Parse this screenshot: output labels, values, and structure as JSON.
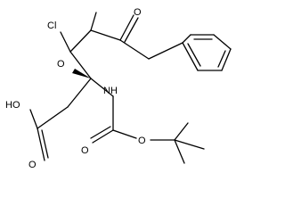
{
  "molecule": {
    "atoms": {
      "chlorine": "Cl",
      "ketone_oxygen_top": "O",
      "ketone_oxygen_left": "O",
      "acid_hydroxyl": "HO",
      "acid_carbonyl_oxygen": "O",
      "amine": "NH",
      "carbamate_carbonyl_oxygen": "O",
      "ester_oxygen": "O"
    }
  }
}
